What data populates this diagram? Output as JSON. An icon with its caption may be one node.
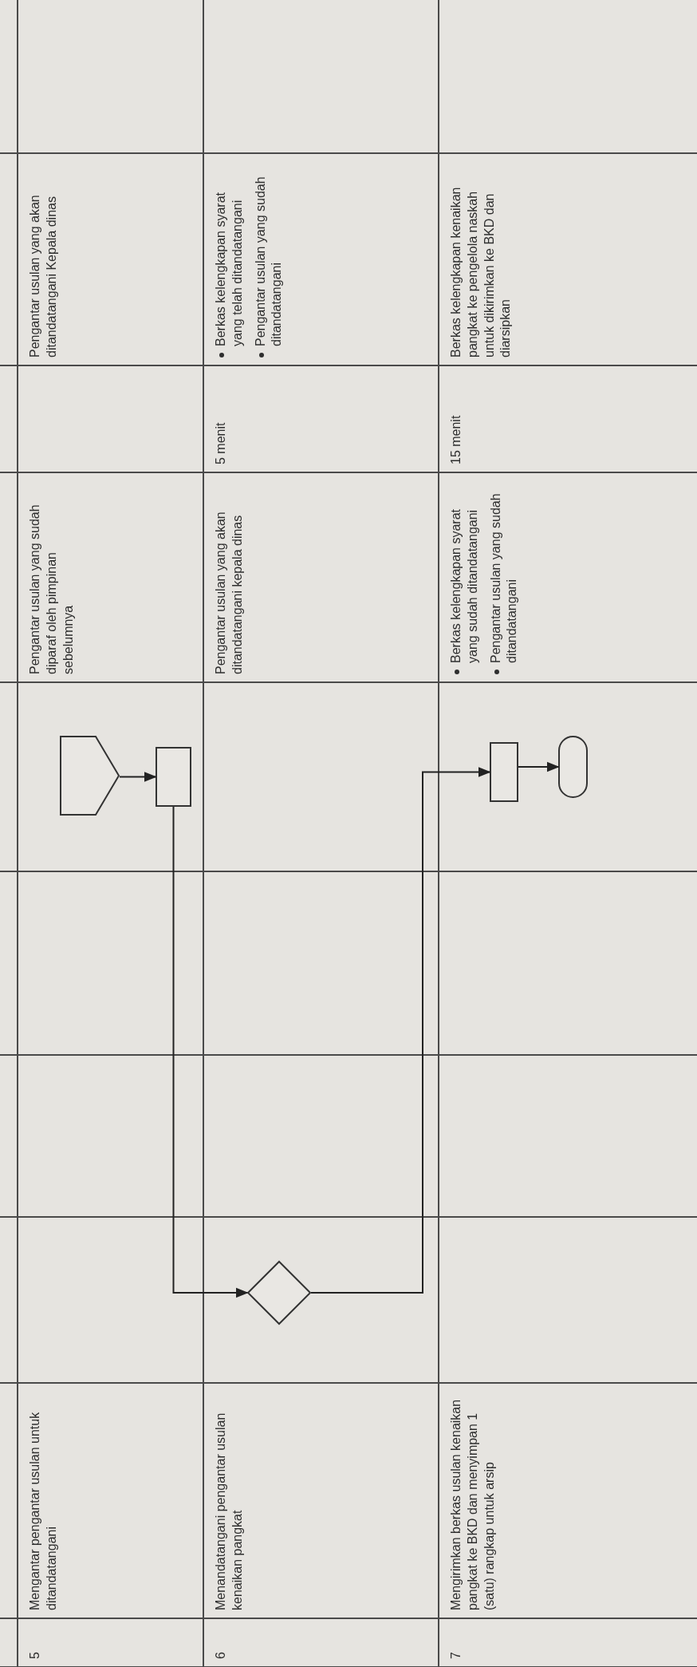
{
  "diagram": {
    "nodes": [
      {
        "text": [],
        "shape": "pentagon"
      },
      {
        "text": [],
        "shape": "box"
      },
      {
        "text": [],
        "shape": "diamond"
      },
      {
        "text": [],
        "shape": "box"
      },
      {
        "text": [],
        "shape": "oval"
      }
    ],
    "edges": [
      {
        "from": 0,
        "to": 1,
        "arrow": "to"
      },
      {
        "from": 1,
        "to": 2,
        "arrow": "to"
      },
      {
        "from": 2,
        "to": 3,
        "arrow": "to"
      },
      {
        "from": 3,
        "to": 4,
        "arrow": "to"
      }
    ],
    "labels": [
      "5",
      "Mengantar pengantar usulan untuk ditandatangani",
      "Pengantar usulan yang sudah diparaf oleh pimpinan sebelumnya",
      "Pengantar usulan yang akan ditandatangani Kepala dinas",
      "6",
      "Menandatangani pengantar usulan kenaikan pangkat",
      "Pengantar usulan yang akan ditandatangani kepala dinas",
      "5 menit",
      "Berkas kelengkapan syarat yang telah ditandatangani",
      "Pengantar usulan yang sudah ditandatangani",
      "7",
      "Mengirimkan berkas usulan kenaikan pangkat ke BKD dan menyimpan 1 (satu) rangkap untuk arsip",
      "Berkas kelengkapan syarat yang sudah ditandatangani",
      "Pengantar usulan yang sudah ditandatangani",
      "15 menit",
      "Berkas kelengkapan kenaikan pangkat ke pengelola naskah untuk dikirimkan ke BKD dan diarsipkan"
    ]
  }
}
